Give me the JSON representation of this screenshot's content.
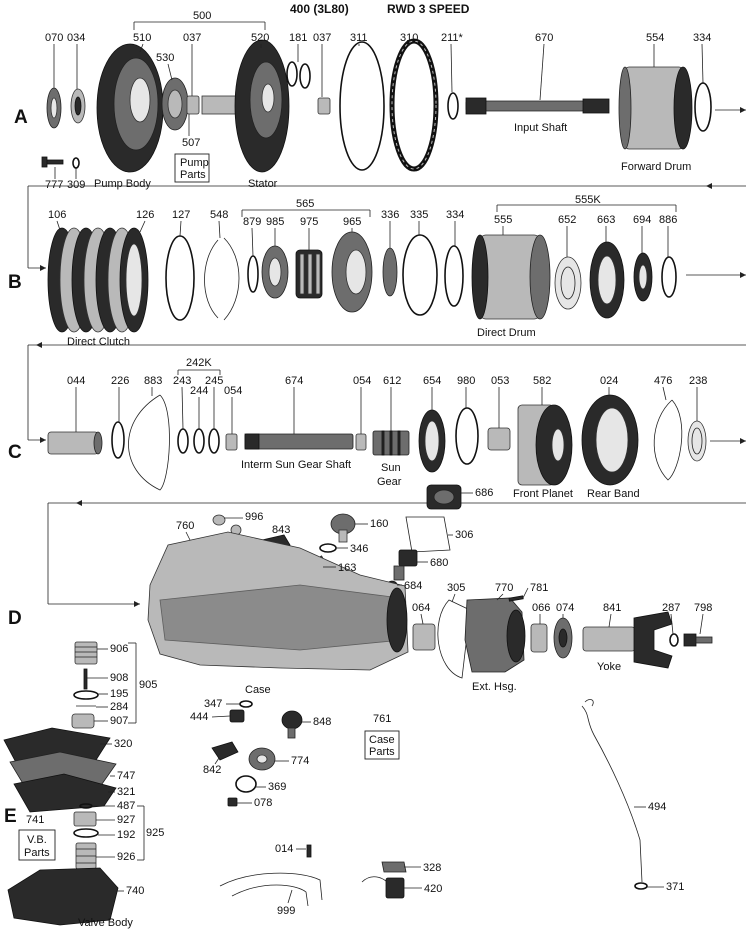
{
  "title": {
    "model": "400 (3L80)",
    "type": "RWD 3 SPEED"
  },
  "rows": [
    "A",
    "B",
    "C",
    "D",
    "E"
  ],
  "assemblies": {
    "a500": "500",
    "b565": "565",
    "b555k": "555K",
    "c242k": "242K",
    "d905": "905",
    "e925": "925"
  },
  "parts": {
    "p070": "070",
    "p034": "034",
    "p510": "510",
    "p530": "530",
    "p037a": "037",
    "p520": "520",
    "p181": "181",
    "p037b": "037",
    "p311": "311",
    "p310": "310",
    "p211": "211*",
    "p670": "670",
    "p554": "554",
    "p334a": "334",
    "p507": "507",
    "p777": "777",
    "p309": "309",
    "p106": "106",
    "p126": "126",
    "p127": "127",
    "p548": "548",
    "p879": "879",
    "p985": "985",
    "p975": "975",
    "p965": "965",
    "p336": "336",
    "p335": "335",
    "p334b": "334",
    "p555": "555",
    "p652": "652",
    "p663": "663",
    "p694": "694",
    "p886": "886",
    "p044": "044",
    "p226": "226",
    "p883": "883",
    "p243": "243",
    "p244": "244",
    "p245": "245",
    "p054a": "054",
    "p674": "674",
    "p054b": "054",
    "p612": "612",
    "p654": "654",
    "p980": "980",
    "p053": "053",
    "p582": "582",
    "p024": "024",
    "p476": "476",
    "p238": "238",
    "p686": "686",
    "p996": "996",
    "p760": "760",
    "p843": "843",
    "p160": "160",
    "p306": "306",
    "p346": "346",
    "p163": "163",
    "p680": "680",
    "p684": "684",
    "p305": "305",
    "p770": "770",
    "p781": "781",
    "p064": "064",
    "p066": "066",
    "p074": "074",
    "p841": "841",
    "p287": "287",
    "p798": "798",
    "p906": "906",
    "p908": "908",
    "p195": "195",
    "p284": "284",
    "p907": "907",
    "p347": "347",
    "p444": "444",
    "p848": "848",
    "p761": "761",
    "p320": "320",
    "p842": "842",
    "p774": "774",
    "p747": "747",
    "p321": "321",
    "p369": "369",
    "p078": "078",
    "p487": "487",
    "p927": "927",
    "p192": "192",
    "p926": "926",
    "p741": "741",
    "p494": "494",
    "p014": "014",
    "p328": "328",
    "p420": "420",
    "p740": "740",
    "p999": "999",
    "p371": "371"
  },
  "captions": {
    "pump_body": "Pump Body",
    "pump_parts_1": "Pump",
    "pump_parts_2": "Parts",
    "stator": "Stator",
    "input_shaft": "Input Shaft",
    "forward_drum": "Forward Drum",
    "direct_clutch": "Direct Clutch",
    "direct_drum": "Direct Drum",
    "interm_sun_gear_shaft": "Interm Sun Gear Shaft",
    "sun_gear_1": "Sun",
    "sun_gear_2": "Gear",
    "front_planet": "Front Planet",
    "rear_band": "Rear Band",
    "case": "Case",
    "ext_hsg": "Ext. Hsg.",
    "yoke": "Yoke",
    "case_parts_1": "Case",
    "case_parts_2": "Parts",
    "vb_parts_1": "V.B.",
    "vb_parts_2": "Parts",
    "valve_body": "Valve Body"
  }
}
